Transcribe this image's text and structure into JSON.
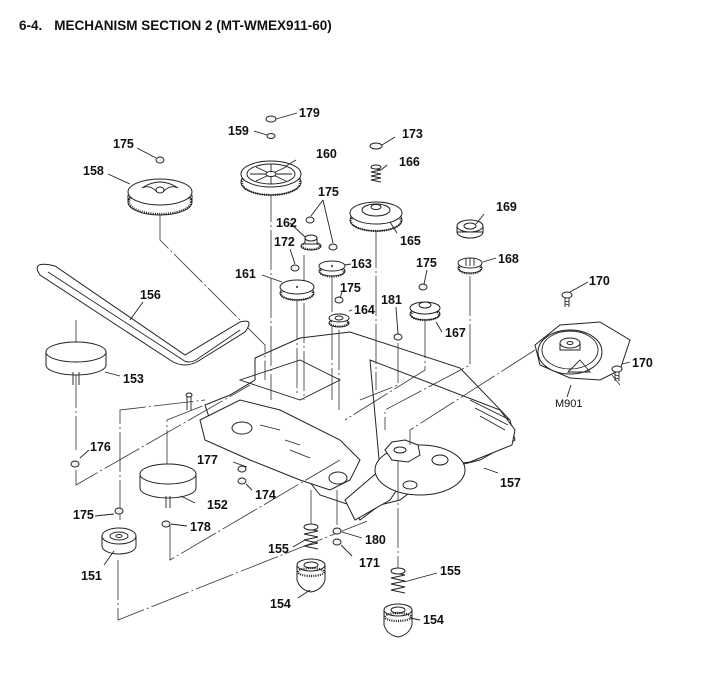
{
  "document": {
    "section_number": "6-4.",
    "section_title": "MECHANISM SECTION 2 (MT-WMEX911-60)"
  },
  "parts": [
    {
      "ref": "151",
      "kind": "pulley"
    },
    {
      "ref": "152",
      "kind": "flywheel"
    },
    {
      "ref": "153",
      "kind": "flywheel"
    },
    {
      "ref": "154",
      "kind": "insulator"
    },
    {
      "ref": "154",
      "kind": "insulator"
    },
    {
      "ref": "155",
      "kind": "spring"
    },
    {
      "ref": "155",
      "kind": "spring"
    },
    {
      "ref": "156",
      "kind": "belt"
    },
    {
      "ref": "157",
      "kind": "chassis"
    },
    {
      "ref": "158",
      "kind": "gear"
    },
    {
      "ref": "159",
      "kind": "washer"
    },
    {
      "ref": "160",
      "kind": "gear"
    },
    {
      "ref": "161",
      "kind": "gear"
    },
    {
      "ref": "162",
      "kind": "gear"
    },
    {
      "ref": "163",
      "kind": "gear"
    },
    {
      "ref": "164",
      "kind": "gear"
    },
    {
      "ref": "165",
      "kind": "gear"
    },
    {
      "ref": "166",
      "kind": "spring"
    },
    {
      "ref": "167",
      "kind": "gear"
    },
    {
      "ref": "168",
      "kind": "gear"
    },
    {
      "ref": "169",
      "kind": "ring"
    },
    {
      "ref": "170",
      "kind": "screw"
    },
    {
      "ref": "170",
      "kind": "screw"
    },
    {
      "ref": "171",
      "kind": "washer"
    },
    {
      "ref": "172",
      "kind": "washer"
    },
    {
      "ref": "173",
      "kind": "washer"
    },
    {
      "ref": "174",
      "kind": "washer"
    },
    {
      "ref": "175",
      "kind": "washer"
    },
    {
      "ref": "175",
      "kind": "washer"
    },
    {
      "ref": "175",
      "kind": "washer"
    },
    {
      "ref": "175",
      "kind": "washer"
    },
    {
      "ref": "175",
      "kind": "washer"
    },
    {
      "ref": "176",
      "kind": "washer"
    },
    {
      "ref": "177",
      "kind": "washer"
    },
    {
      "ref": "178",
      "kind": "washer"
    },
    {
      "ref": "179",
      "kind": "washer"
    },
    {
      "ref": "180",
      "kind": "washer"
    },
    {
      "ref": "181",
      "kind": "washer"
    },
    {
      "ref": "M901",
      "kind": "motor"
    }
  ]
}
